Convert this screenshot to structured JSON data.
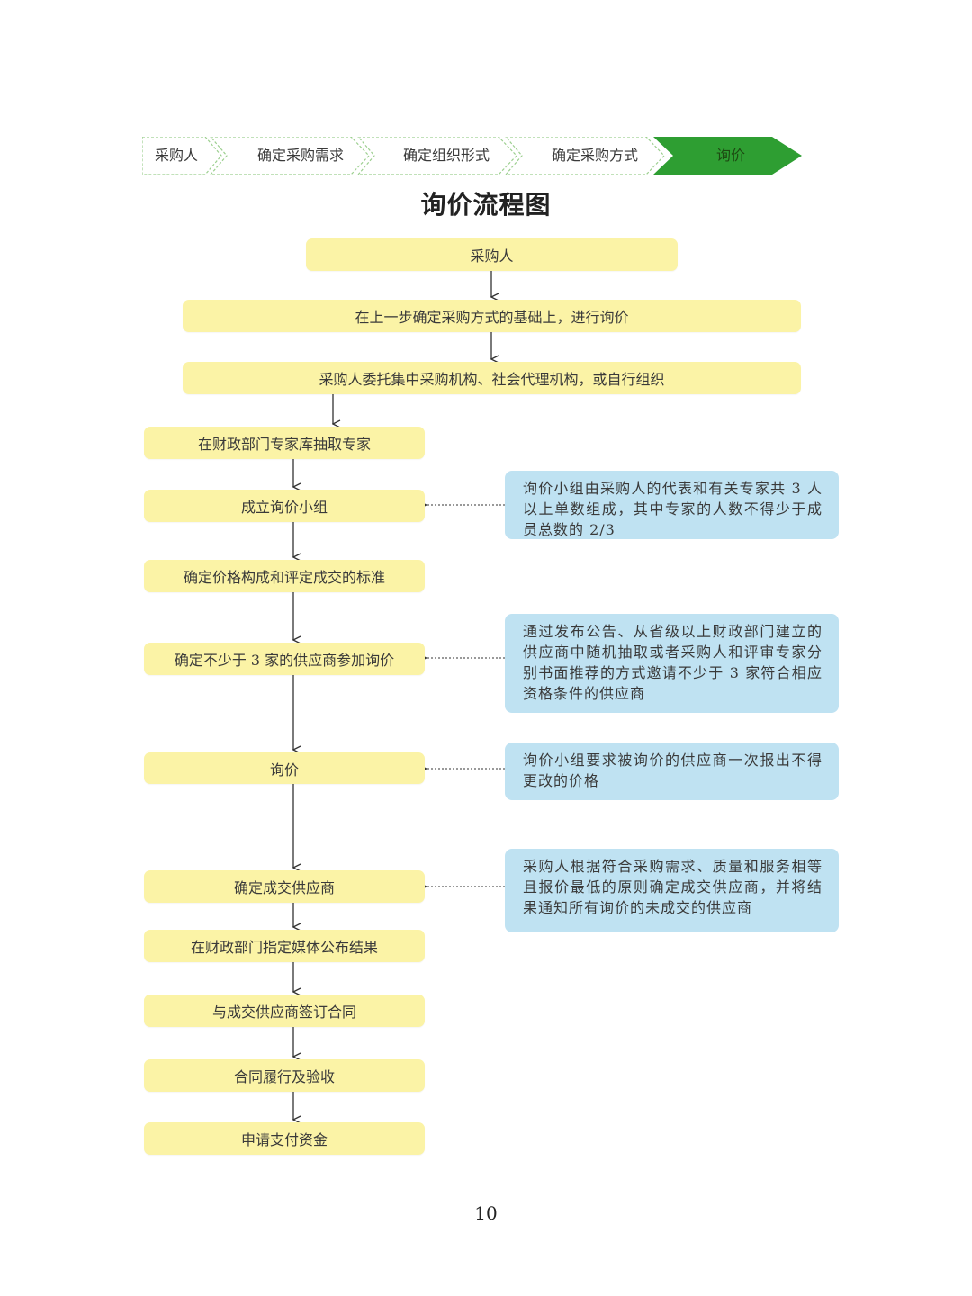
{
  "breadcrumb": {
    "steps": [
      "采购人",
      "确定采购需求",
      "确定组织形式",
      "确定采购方式",
      "询价"
    ],
    "active_index": 4,
    "active_color": "#2e9e32"
  },
  "title": "询价流程图",
  "flow": {
    "steps": [
      "采购人",
      "在上一步确定采购方式的基础上，进行询价",
      "采购人委托集中采购机构、社会代理机构，或自行组织",
      "在财政部门专家库抽取专家",
      "成立询价小组",
      "确定价格构成和评定成交的标准",
      "确定不少于 3 家的供应商参加询价",
      "询价",
      "确定成交供应商",
      "在财政部门指定媒体公布结果",
      "与成交供应商签订合同",
      "合同履行及验收",
      "申请支付资金"
    ],
    "notes": [
      "询价小组由采购人的代表和有关专家共 3 人以上单数组成，其中专家的人数不得少于成员总数的 2/3",
      "通过发布公告、从省级以上财政部门建立的供应商中随机抽取或者采购人和评审专家分别书面推荐的方式邀请不少于 3 家符合相应资格条件的供应商",
      "询价小组要求被询价的供应商一次报出不得更改的价格",
      "采购人根据符合采购需求、质量和服务相等且报价最低的原则确定成交供应商，并将结果通知所有询价的未成交的供应商"
    ],
    "box_color": "#fbf3a6",
    "note_color": "#bfe2f2"
  },
  "page_number": "10"
}
